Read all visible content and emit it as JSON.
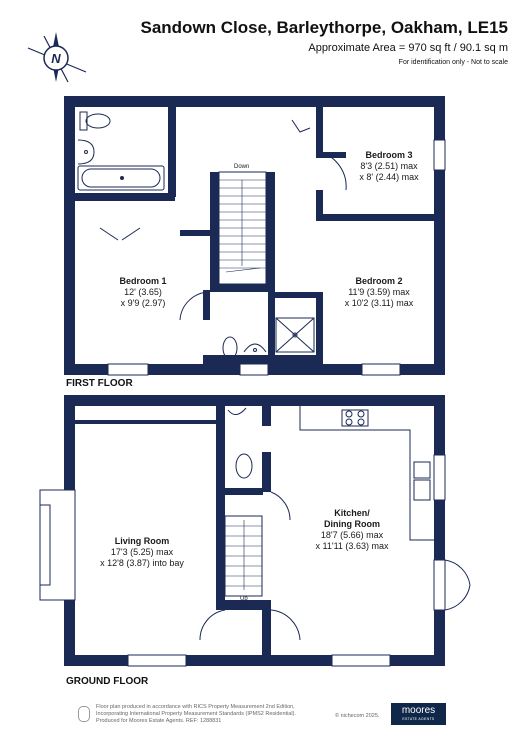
{
  "header": {
    "title": "Sandown Close, Barleythorpe, Oakham, LE15",
    "area": "Approximate Area = 970 sq ft / 90.1 sq m",
    "note": "For identification only - Not to scale"
  },
  "compass": {
    "letter": "N"
  },
  "first_floor": {
    "label": "FIRST FLOOR",
    "stair_label": "Down",
    "rooms": [
      {
        "name": "Bedroom 3",
        "dim1": "8'3 (2.51) max",
        "dim2": "x 8' (2.44) max"
      },
      {
        "name": "Bedroom 1",
        "dim1": "12' (3.65)",
        "dim2": "x 9'9 (2.97)"
      },
      {
        "name": "Bedroom 2",
        "dim1": "11'9 (3.59) max",
        "dim2": "x 10'2 (3.11) max"
      }
    ]
  },
  "ground_floor": {
    "label": "GROUND FLOOR",
    "stair_label": "Up",
    "rooms": [
      {
        "name": "Living Room",
        "dim1": "17'3 (5.25) max",
        "dim2": "x 12'8 (3.87) into bay"
      },
      {
        "name": "Kitchen/",
        "name2": "Dining Room",
        "dim1": "18'7 (5.66) max",
        "dim2": "x 11'11 (3.63) max"
      }
    ]
  },
  "footer": {
    "line1": "Floor plan produced in accordance with RICS Property Measurement 2nd Edition,",
    "line2": "Incorporating International Property Measurement Standards (IPMS2 Residential).",
    "line3": "Produced for Moores Estate Agents.   REF: 1288831",
    "copyright": "© nichecom 2025.",
    "logo_main": "moores",
    "logo_sub": "ESTATE AGENTS"
  },
  "colors": {
    "wall": "#1b2a55",
    "fixture": "#1b2a55",
    "text": "#111111"
  }
}
